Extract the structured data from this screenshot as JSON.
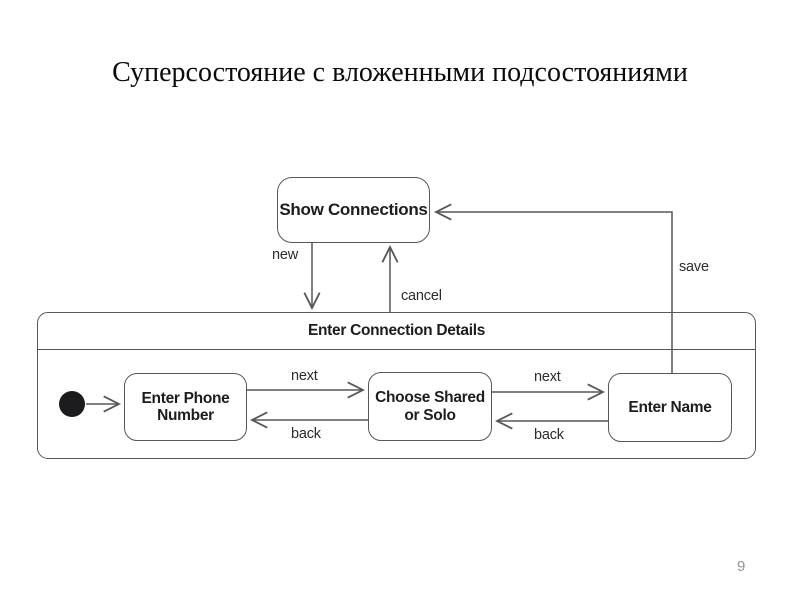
{
  "slide": {
    "title": "Суперсостояние с вложенными подсостояниями",
    "page_number": "9"
  },
  "diagram": {
    "type": "uml-state-diagram",
    "colors": {
      "stroke": "#57575a",
      "state_text": "#1d1d1f",
      "background": "#ffffff",
      "page_number_text": "#929292"
    },
    "states": {
      "show_connections": {
        "label": "Show Connections"
      },
      "superstate": {
        "label": "Enter Connection Details"
      },
      "enter_phone": {
        "line1": "Enter Phone",
        "line2": "Number"
      },
      "choose_shared": {
        "line1": "Choose Shared",
        "line2": "or Solo"
      },
      "enter_name": {
        "label": "Enter Name"
      }
    },
    "initial_state": {
      "shape": "filled-circle"
    },
    "transitions": {
      "new": {
        "label": "new",
        "from": "Show Connections",
        "to": "Enter Connection Details"
      },
      "cancel": {
        "label": "cancel",
        "from": "Enter Connection Details",
        "to": "Show Connections"
      },
      "save": {
        "label": "save",
        "from": "Enter Name",
        "to": "Show Connections"
      },
      "next1": {
        "label": "next",
        "from": "Enter Phone Number",
        "to": "Choose Shared or Solo"
      },
      "back1": {
        "label": "back",
        "from": "Choose Shared or Solo",
        "to": "Enter Phone Number"
      },
      "next2": {
        "label": "next",
        "from": "Choose Shared or Solo",
        "to": "Enter Name"
      },
      "back2": {
        "label": "back",
        "from": "Enter Name",
        "to": "Choose Shared or Solo"
      },
      "initial": {
        "label": "",
        "from": "initial",
        "to": "Enter Phone Number"
      }
    }
  }
}
